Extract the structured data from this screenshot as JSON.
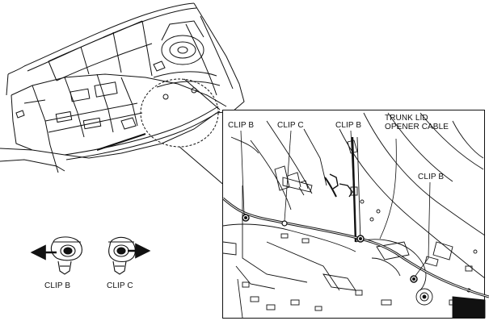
{
  "labels": {
    "callout_clip_b_1": "CLIP B",
    "callout_clip_c": "CLIP C",
    "callout_clip_b_2": "CLIP B",
    "callout_trunk_cable_line1": "TRUNK LID",
    "callout_trunk_cable_line2": "OPENER CABLE",
    "callout_clip_b_3": "CLIP B",
    "legend_clip_b": "CLIP B",
    "legend_clip_c": "CLIP C"
  },
  "colors": {
    "line": "#111111",
    "background": "#ffffff"
  },
  "icons": [
    "clip-b-icon",
    "clip-c-icon",
    "removal-arrow-icon"
  ]
}
